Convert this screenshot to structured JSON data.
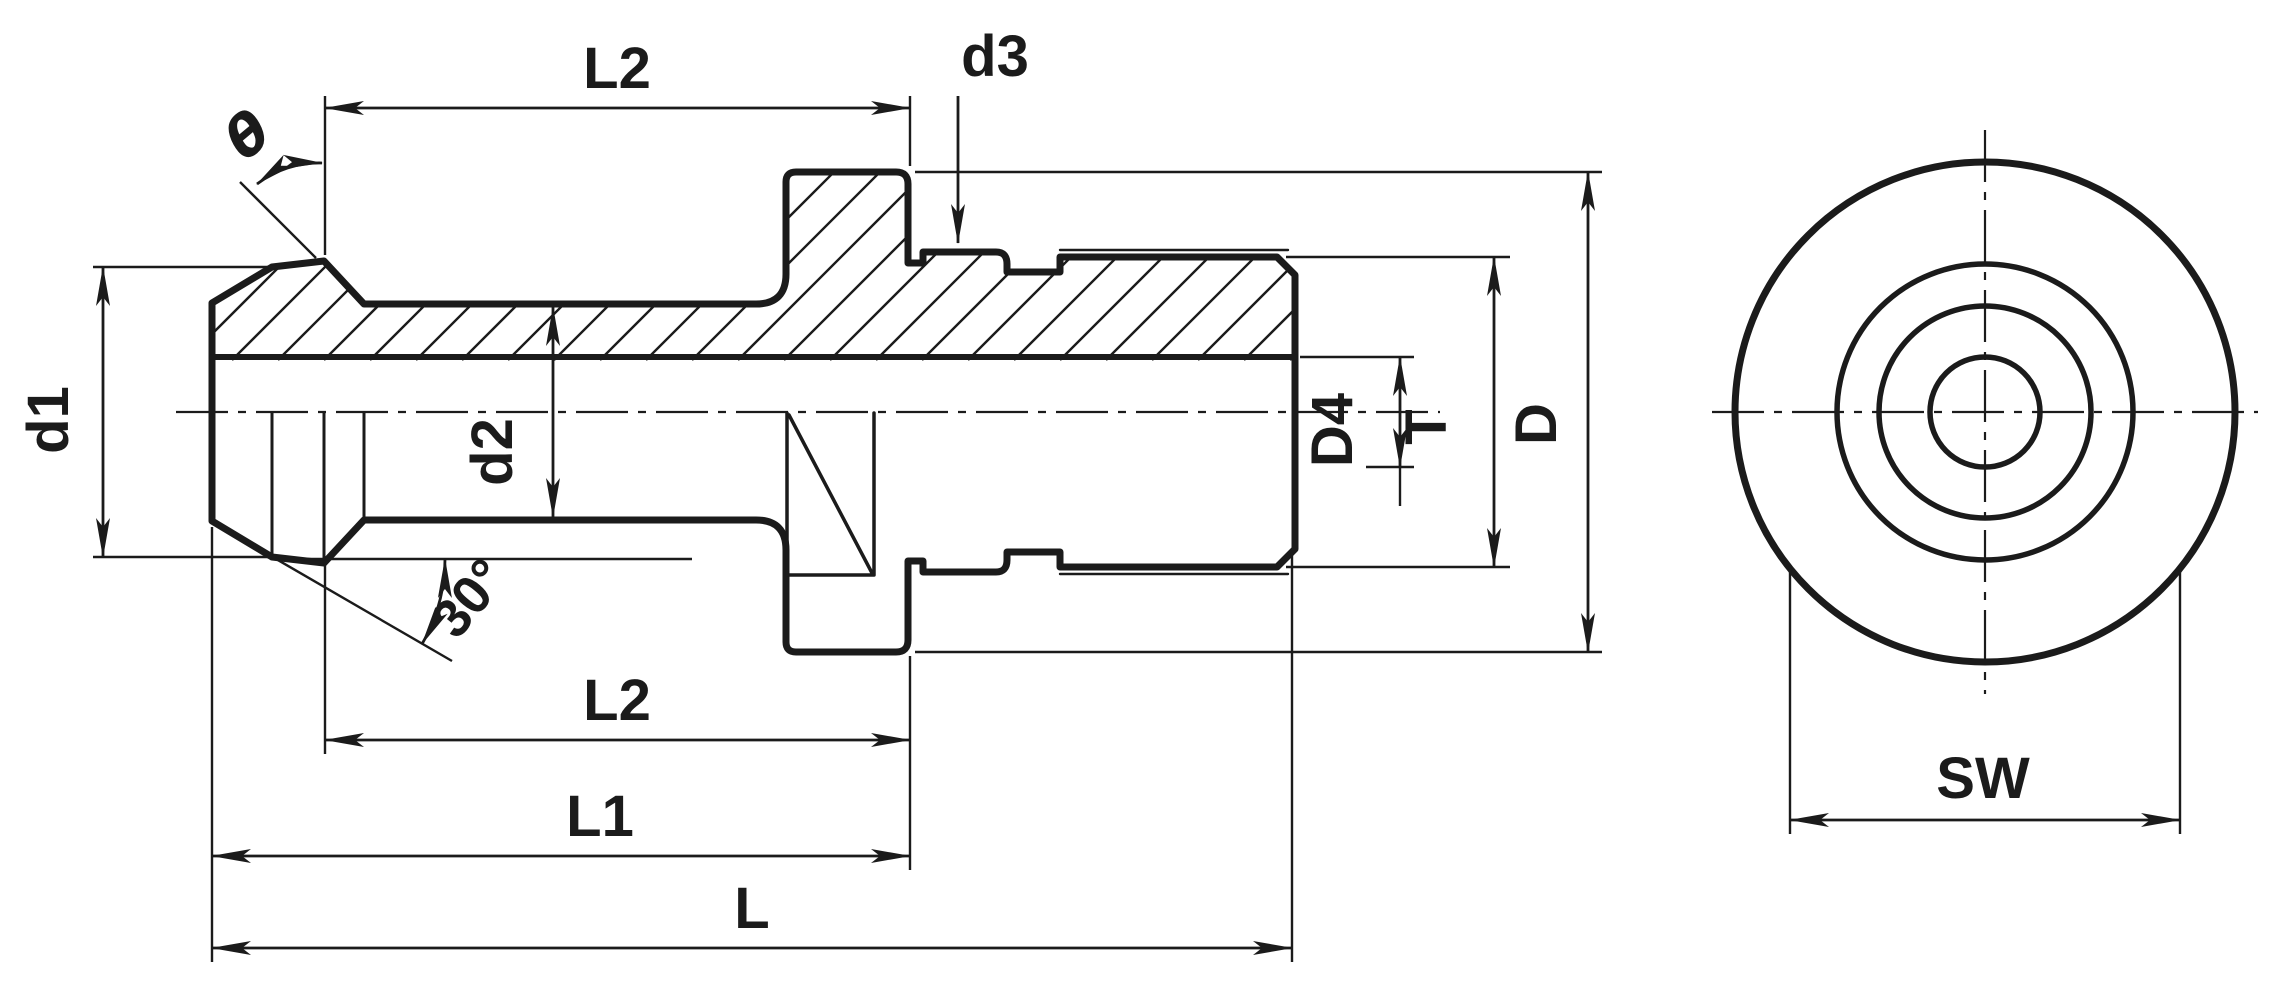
{
  "drawing": {
    "line_color": "#1b1b1b",
    "background_color": "#ffffff"
  },
  "labels": {
    "theta": "θ",
    "l2_top": "L2",
    "d3": "d3",
    "d1": "d1",
    "d2": "d2",
    "angle_30": "30°",
    "d4": "D4",
    "t": "T",
    "d": "D",
    "l2_bottom": "L2",
    "l1": "L1",
    "l": "L",
    "sw": "SW"
  }
}
